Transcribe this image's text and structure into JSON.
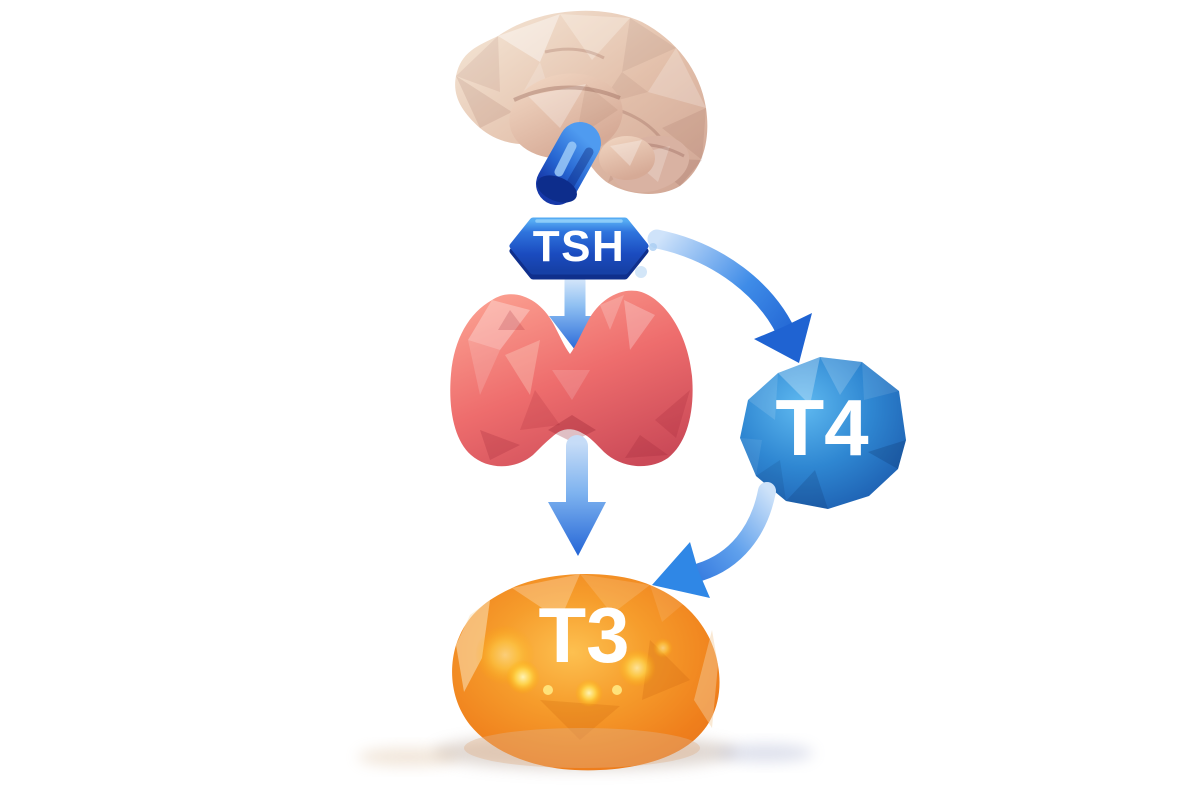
{
  "labels": {
    "tsh": "TSH",
    "t4": "T4",
    "t3": "T3"
  },
  "diagram": {
    "background": "#ffffff",
    "nodes": [
      {
        "id": "brain",
        "icon": "brain-icon",
        "label": "",
        "colors": {
          "body": "#e3c3ae",
          "stem": "#2f7de8"
        }
      },
      {
        "id": "tsh",
        "icon": "hexagon-badge-icon",
        "label": "TSH",
        "color": "#1b4cc0"
      },
      {
        "id": "thyroid",
        "icon": "thyroid-gland-icon",
        "label": "",
        "color": "#ee6d6d"
      },
      {
        "id": "t4",
        "icon": "poly-sphere-icon",
        "label": "T4",
        "color": "#2f87d2"
      },
      {
        "id": "t3",
        "icon": "poly-blob-icon",
        "label": "T3",
        "color": "#f08a1e"
      }
    ],
    "edges": [
      {
        "from": "tsh",
        "to": "thyroid",
        "style": "straight-down-arrow",
        "color": "#2a6ad9"
      },
      {
        "from": "tsh",
        "to": "t4",
        "style": "curved-arrow",
        "color": "#1f63d2"
      },
      {
        "from": "thyroid",
        "to": "t3",
        "style": "straight-down-arrow",
        "color": "#2465d6"
      },
      {
        "from": "t4",
        "to": "t3",
        "style": "curved-arrow",
        "color": "#2f87e6"
      }
    ]
  }
}
